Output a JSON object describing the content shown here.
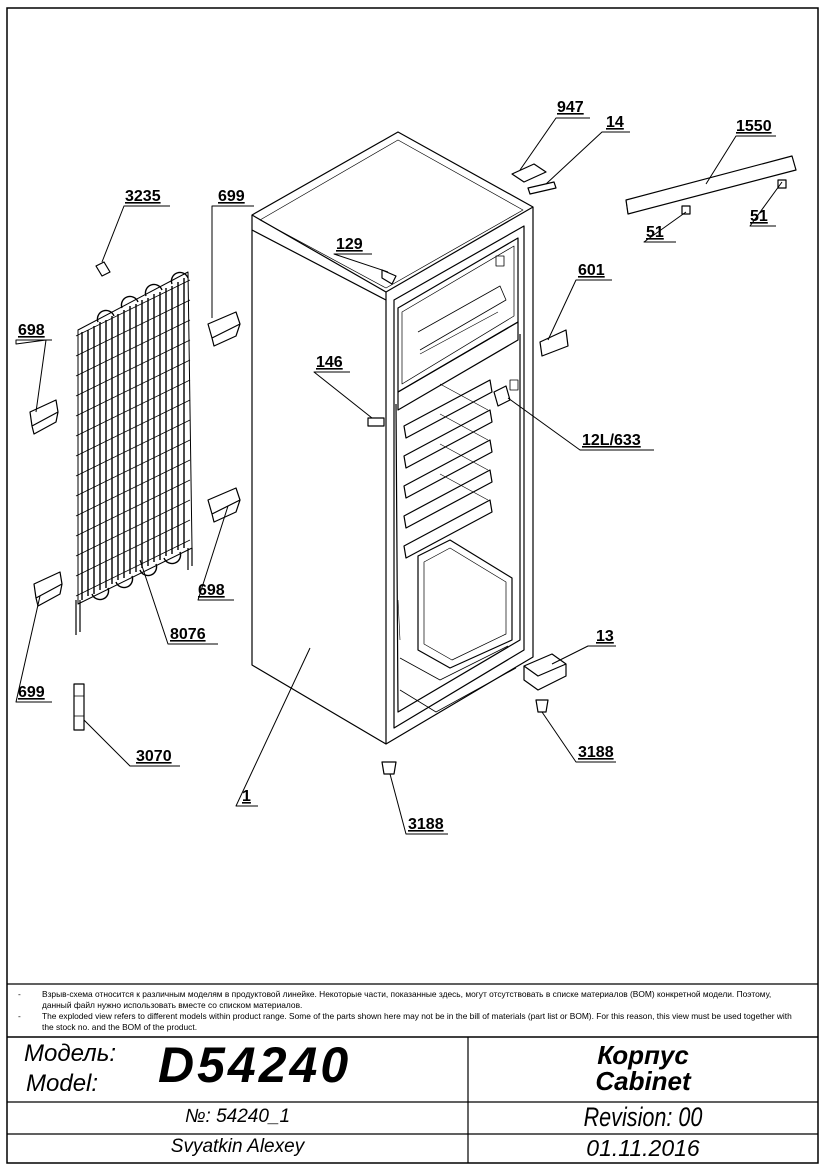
{
  "callouts": {
    "c947": "947",
    "c14": "14",
    "c1550": "1550",
    "c3235": "3235",
    "c699a": "699",
    "c129": "129",
    "c51a": "51",
    "c51b": "51",
    "c601": "601",
    "c698a": "698",
    "c146": "146",
    "c12l633": "12L/633",
    "c698b": "698",
    "c8076": "8076",
    "c699b": "699",
    "c13": "13",
    "c3070": "3070",
    "c3188a": "3188",
    "c1": "1",
    "c3188b": "3188"
  },
  "notes": {
    "dash": "-",
    "ru": "Взрыв-схема относится к различным моделям в продуктовой линейке.  Некоторые части, показанные здесь, могут отсутствовать в списке материалов (BOM) конкретной модели. Поэтому, данный файл нужно использовать вместе со списком материалов.",
    "en": "The exploded view refers to different models within product range. Some of the parts shown here may not be in the bill of materials (part list or BOM). For this reason, this view must be used together with the stock no. and the BOM of the product."
  },
  "title_block": {
    "model_label_ru": "Модель:",
    "model_label_en": "Model:",
    "model": "D54240",
    "part_ru": "Корпус",
    "part_en": "Cabinet",
    "number": "№: 54240_1",
    "revision": "Revision: 00",
    "author": "Svyatkin Alexey",
    "date": "01.11.2016"
  }
}
